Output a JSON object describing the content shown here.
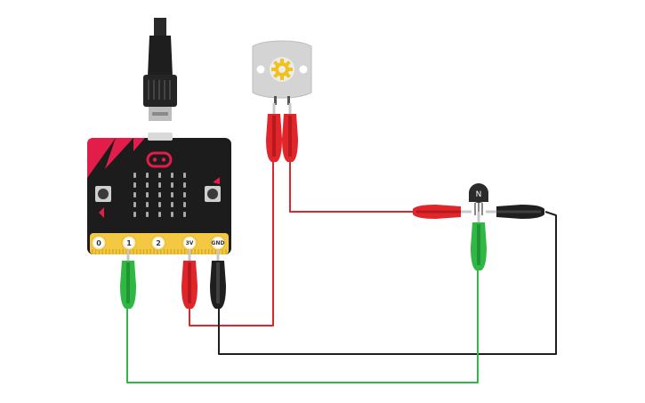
{
  "board": {
    "pins": [
      {
        "id": "pin0",
        "label": "0"
      },
      {
        "id": "pin1",
        "label": "1"
      },
      {
        "id": "pin2",
        "label": "2"
      },
      {
        "id": "pin3v",
        "label": "3V"
      },
      {
        "id": "pingnd",
        "label": "GND"
      }
    ]
  },
  "transistor": {
    "label": "N"
  },
  "colors": {
    "red_wire": "#e0262b",
    "black_wire": "#1f1f1f",
    "green_wire": "#2fb844",
    "board": "#1c1c1c",
    "accent": "#e21d4a",
    "gold": "#f3c843"
  }
}
